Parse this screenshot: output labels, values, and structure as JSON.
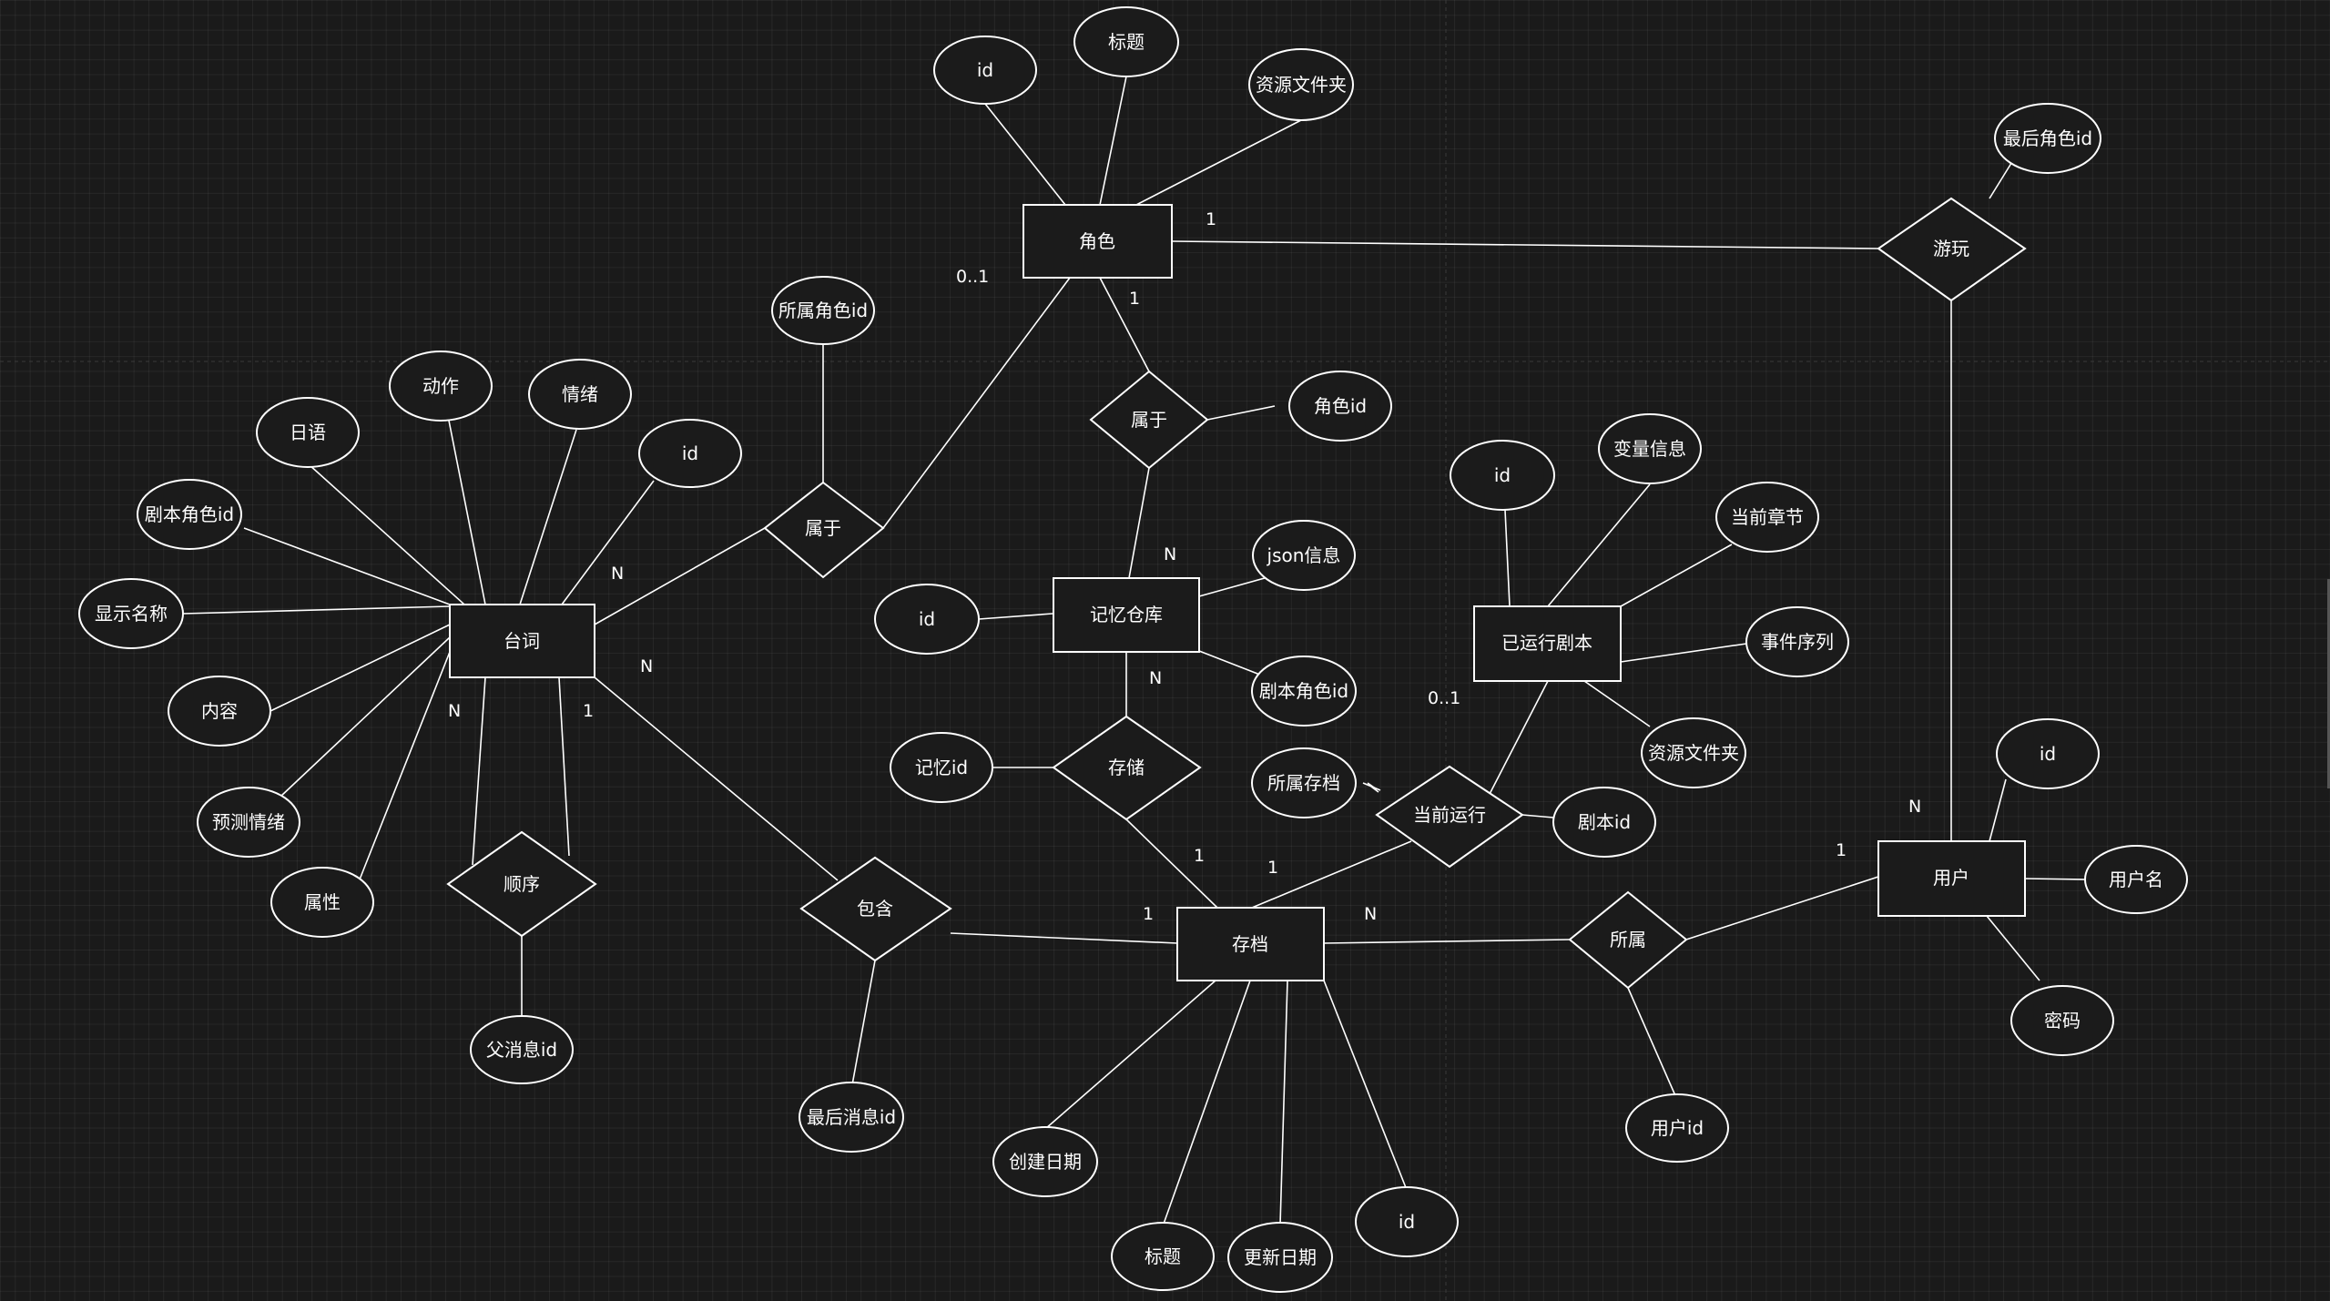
{
  "entities": {
    "role": "角色",
    "line": "台词",
    "memory": "记忆仓库",
    "runscript": "已运行剧本",
    "save": "存档",
    "user": "用户"
  },
  "relationships": {
    "play": "游玩",
    "belong_line": "属于",
    "belong_mem": "属于",
    "store": "存储",
    "order": "顺序",
    "contain": "包含",
    "running": "当前运行",
    "owned": "所属"
  },
  "attributes": {
    "role_id": "id",
    "role_title": "标题",
    "role_folder": "资源文件夹",
    "play_lastrole": "最后角色id",
    "line_owner_roleid": "所属角色id",
    "line_action": "动作",
    "line_emotion": "情绪",
    "line_japanese": "日语",
    "line_id": "id",
    "line_script_roleid": "剧本角色id",
    "line_displayname": "显示名称",
    "line_content": "内容",
    "line_predict": "预测情绪",
    "line_attr": "属性",
    "order_parentid": "父消息id",
    "mem_roleid": "角色id",
    "mem_json": "json信息",
    "mem_id": "id",
    "mem_script_roleid": "剧本角色id",
    "store_memid": "记忆id",
    "rs_id": "id",
    "rs_vars": "变量信息",
    "rs_chapter": "当前章节",
    "rs_events": "事件序列",
    "rs_folder": "资源文件夹",
    "run_save": "所属存档",
    "run_scriptid": "剧本id",
    "contain_lastmsg": "最后消息id",
    "save_created": "创建日期",
    "save_title": "标题",
    "save_updated": "更新日期",
    "save_id": "id",
    "owned_userid": "用户id",
    "user_id": "id",
    "user_name": "用户名",
    "user_pwd": "密码"
  },
  "cardinalities": {
    "role_play": "1",
    "role_line": "0..1",
    "role_mem": "1",
    "line_role": "N",
    "line_contain": "N",
    "line_order_n": "N",
    "line_order_1": "1",
    "mem_belong": "N",
    "mem_store": "N",
    "store_save": "1",
    "save_running": "1",
    "rs_running": "0..1",
    "save_contain": "1",
    "save_owned": "N",
    "user_owned": "1",
    "user_play": "N"
  },
  "colors": {
    "background": "#1a1a1a",
    "grid": "#2e2e2e",
    "stroke": "#ffffff",
    "text": "#ffffff"
  }
}
